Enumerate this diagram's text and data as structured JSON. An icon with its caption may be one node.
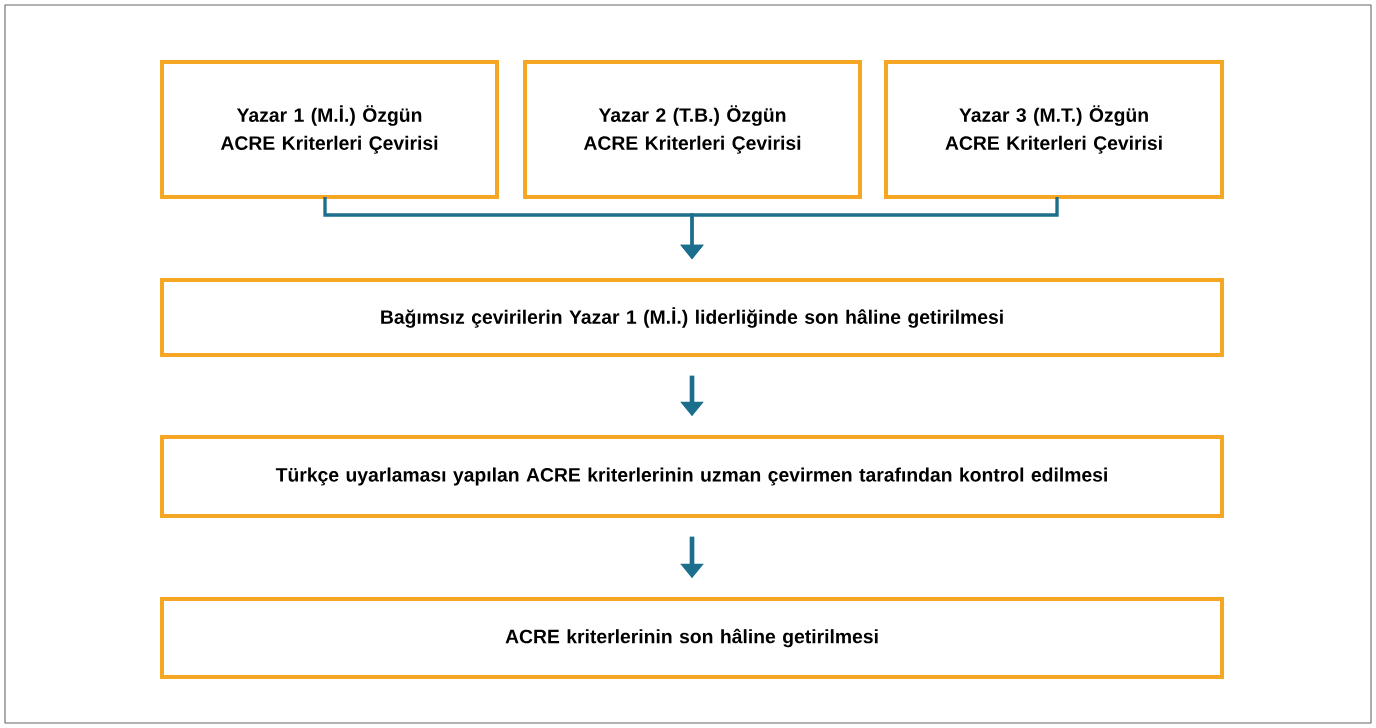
{
  "diagram": {
    "nodes": [
      {
        "text": [
          "Yazar 1 (M.İ.) Özgün ACRE Kriterleri Çevirisi"
        ]
      },
      {
        "text": [
          "Yazar 2 (T.B.) Özgün ACRE Kriterleri Çevirisi"
        ]
      },
      {
        "text": [
          "Yazar 3 (M.T.) Özgün ACRE Kriterleri Çevirisi"
        ]
      },
      {
        "text": [
          "Bağımsız çevirilerin Yazar 1 (M.İ.) liderliğinde son hâline getirilmesi"
        ]
      },
      {
        "text": [
          "Türkçe uyarlaması yapılan ACRE kriterlerinin uzman çevirmen tarafından kontrol edilmesi"
        ]
      },
      {
        "text": [
          "ACRE kriterlerinin son hâline getirilmesi"
        ]
      }
    ],
    "edges": [
      {
        "from": 0,
        "to": 3,
        "arrow": "to"
      },
      {
        "from": 2,
        "to": 3,
        "arrow": "to"
      },
      {
        "from": 3,
        "to": 4,
        "arrow": "to"
      },
      {
        "from": 4,
        "to": 5,
        "arrow": "to"
      }
    ]
  }
}
